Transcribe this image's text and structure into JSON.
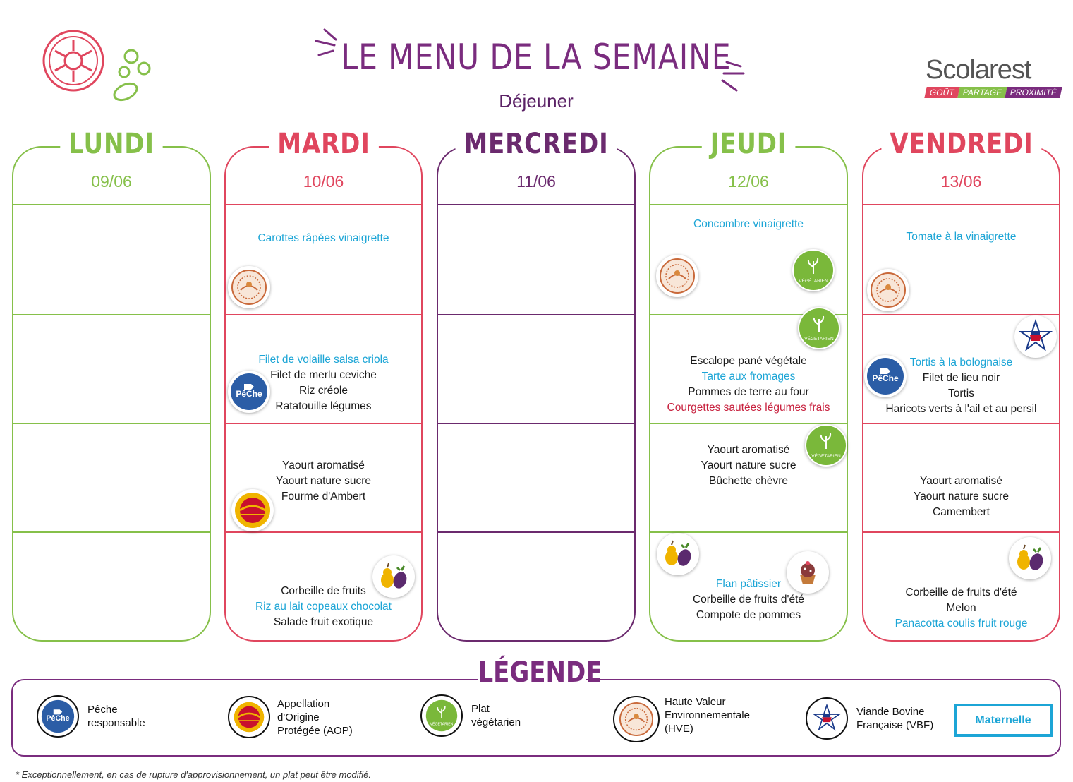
{
  "header": {
    "title": "LE MENU DE LA SEMAINE",
    "subtitle": "Déjeuner",
    "logo_name": "Scolarest",
    "logo_tagline": [
      "GOÛT",
      "PARTAGE",
      "PROXIMITÉ"
    ]
  },
  "colors": {
    "lundi": "#86c04a",
    "mardi": "#e0465e",
    "mercredi": "#6b2a6e",
    "jeudi": "#86c04a",
    "vendredi": "#e0465e",
    "blue_text": "#1ca5d6",
    "red_text": "#c8223f",
    "purple": "#7a2c7e"
  },
  "days": [
    {
      "name": "LUNDI",
      "date": "09/06",
      "entree": [],
      "plat": [],
      "laitage": [],
      "dessert": []
    },
    {
      "name": "MARDI",
      "date": "10/06",
      "entree": [
        {
          "text": "Carottes râpées vinaigrette",
          "style": "blue"
        }
      ],
      "plat": [
        {
          "text": "Filet de volaille salsa criola",
          "style": "blue"
        },
        {
          "text": "Filet de merlu ceviche",
          "style": "black"
        },
        {
          "text": "Riz créole",
          "style": "black"
        },
        {
          "text": "Ratatouille légumes",
          "style": "black"
        }
      ],
      "laitage": [
        {
          "text": "Yaourt aromatisé",
          "style": "black"
        },
        {
          "text": "Yaourt nature sucre",
          "style": "black"
        },
        {
          "text": "Fourme d'Ambert",
          "style": "black"
        }
      ],
      "dessert": [
        {
          "text": "Corbeille de fruits",
          "style": "black"
        },
        {
          "text": "Riz au lait copeaux chocolat",
          "style": "blue"
        },
        {
          "text": "Salade fruit exotique",
          "style": "black"
        }
      ]
    },
    {
      "name": "MERCREDI",
      "date": "11/06",
      "entree": [],
      "plat": [],
      "laitage": [],
      "dessert": []
    },
    {
      "name": "JEUDI",
      "date": "12/06",
      "entree": [
        {
          "text": "Concombre vinaigrette",
          "style": "blue"
        }
      ],
      "plat": [
        {
          "text": "Escalope pané végétale",
          "style": "black"
        },
        {
          "text": "Tarte aux fromages",
          "style": "blue"
        },
        {
          "text": "Pommes de terre au four",
          "style": "black"
        },
        {
          "text": "Courgettes sautées légumes frais",
          "style": "red"
        }
      ],
      "laitage": [
        {
          "text": "Yaourt aromatisé",
          "style": "black"
        },
        {
          "text": "Yaourt nature sucre",
          "style": "black"
        },
        {
          "text": "Bûchette chèvre",
          "style": "black"
        }
      ],
      "dessert": [
        {
          "text": "Flan pâtissier",
          "style": "blue"
        },
        {
          "text": "Corbeille de fruits d'été",
          "style": "black"
        },
        {
          "text": "Compote de pommes",
          "style": "black"
        }
      ]
    },
    {
      "name": "VENDREDI",
      "date": "13/06",
      "entree": [
        {
          "text": "Tomate à la vinaigrette",
          "style": "blue"
        }
      ],
      "plat": [
        {
          "text": "Tortis à la bolognaise",
          "style": "blue"
        },
        {
          "text": "Filet de lieu noir",
          "style": "black"
        },
        {
          "text": "Tortis",
          "style": "black"
        },
        {
          "text": "Haricots verts à l'ail et au persil",
          "style": "black"
        }
      ],
      "laitage": [
        {
          "text": "Yaourt aromatisé",
          "style": "black"
        },
        {
          "text": "Yaourt nature sucre",
          "style": "black"
        },
        {
          "text": "Camembert",
          "style": "black"
        }
      ],
      "dessert": [
        {
          "text": "Corbeille de fruits d'été",
          "style": "black"
        },
        {
          "text": "Melon",
          "style": "black"
        },
        {
          "text": "Panacotta coulis fruit rouge",
          "style": "blue"
        }
      ]
    }
  ],
  "badges": {
    "peche_text": "PêChe",
    "vegetarien_text": "VÉGÉTARIEN"
  },
  "legend": {
    "title": "LÉGENDE",
    "items": [
      {
        "icon": "peche-responsable-icon",
        "label": "Pêche\nresponsable"
      },
      {
        "icon": "aop-icon",
        "label": "Appellation\nd'Origine\nProtégée (AOP)"
      },
      {
        "icon": "vegetarien-icon",
        "label": "Plat\nvégétarien"
      },
      {
        "icon": "hve-icon",
        "label": "Haute Valeur\nEnvironnementale\n(HVE)"
      },
      {
        "icon": "vbf-icon",
        "label": "Viande Bovine\nFrançaise (VBF)"
      }
    ],
    "maternelle": "Maternelle"
  },
  "footnote": "* Exceptionnellement, en cas de rupture d'approvisionnement, un plat peut être modifié."
}
